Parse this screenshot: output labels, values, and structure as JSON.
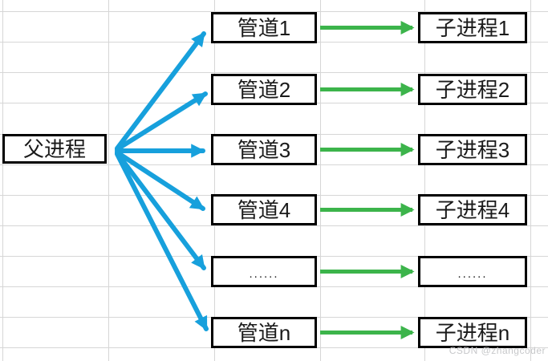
{
  "diagram": {
    "title_hint": "parent process to pipes to child processes fan-out diagram",
    "parent": {
      "label": "父进程"
    },
    "rows": [
      {
        "pipe": "管道1",
        "child": "子进程1"
      },
      {
        "pipe": "管道2",
        "child": "子进程2"
      },
      {
        "pipe": "管道3",
        "child": "子进程3"
      },
      {
        "pipe": "管道4",
        "child": "子进程4"
      },
      {
        "pipe": "......",
        "child": "......"
      },
      {
        "pipe": "管道n",
        "child": "子进程n"
      }
    ],
    "colors": {
      "parent_to_pipe_arrow": "#17a0dc",
      "pipe_to_child_arrow": "#3cb44b",
      "box_border": "#000000",
      "box_fill": "#ffffff",
      "grid_line": "#d6d6d6",
      "text": "#1a1a1a"
    }
  },
  "watermark": {
    "text": "CSDN @zhangcoder"
  }
}
